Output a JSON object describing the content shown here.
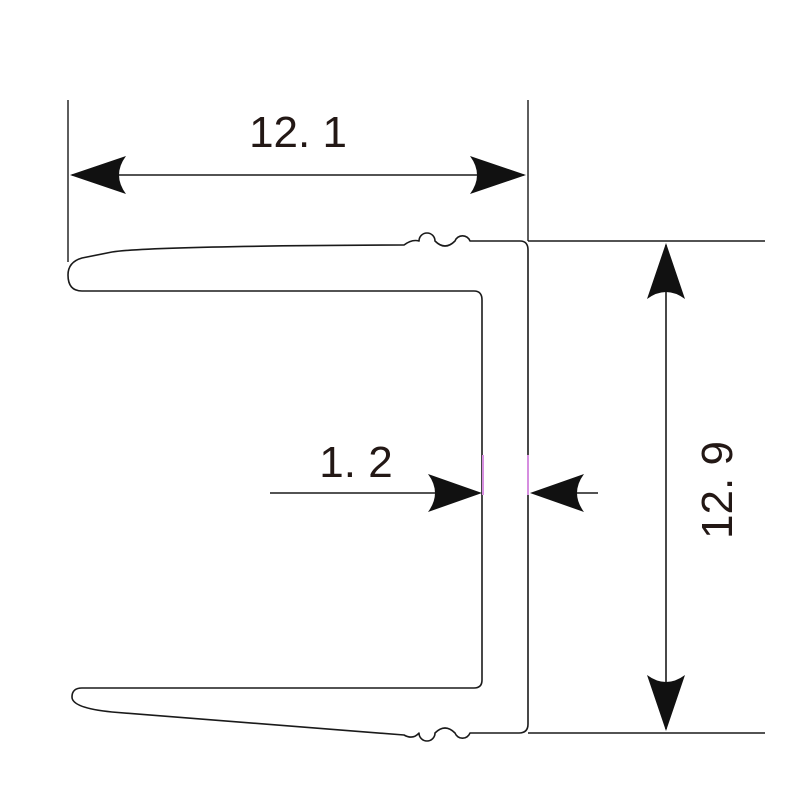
{
  "dimensions": {
    "width_label": "12. 1",
    "height_label": "12. 9",
    "thickness_label": "1. 2"
  },
  "colors": {
    "line": "#1a1a1a",
    "text": "#231815",
    "wall_marker": "#d68ee0"
  }
}
